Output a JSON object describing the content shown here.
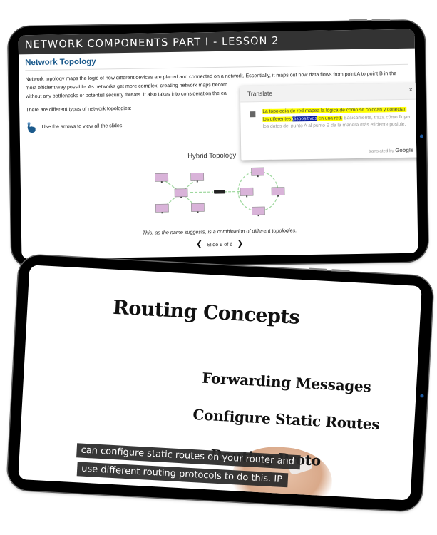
{
  "lesson_tablet": {
    "header_title": "NETWORK COMPONENTS PART I - LESSON 2",
    "section_title": "Network Topology",
    "paragraph_1_line_1": "Network topology maps the logic of how different devices are placed and connected on a network. Essentially, it maps out how data flows from point A to point B in the",
    "paragraph_1_line_2": "most efficient way possible. As networks get more complex, creating network maps becom",
    "paragraph_1_line_3": "without any bottlenecks or potential security threats. It also takes into consideration the ea",
    "paragraph_2": "There are different types of network topologies:",
    "hint": "Use the arrows to view all the slides.",
    "hint_icon": "hand-pointer-icon",
    "diagram_title": "Hybrid Topology",
    "caption": "This, as the name suggests, is a combination of different topologies.",
    "slide_nav": {
      "prev_icon": "chevron-left-icon",
      "prev_glyph": "❮",
      "label": "Slide 6 of 6",
      "next_icon": "chevron-right-icon",
      "next_glyph": "❯"
    }
  },
  "translate_popup": {
    "title": "Translate",
    "close_glyph": "×",
    "highlighted_text_1": "La topología de red mapea la lógica de cómo se colocan y conectan los diferentes ",
    "selected_word": "dispositivos",
    "highlighted_text_2": " en una red.",
    "rest_text": " Básicamente, traza cómo fluyen los datos del punto A al punto B de la manera más eficiente posible.",
    "footer_prefix": "translated by ",
    "footer_brand": "Google"
  },
  "video_tablet": {
    "title": "Routing Concepts",
    "items": [
      "Forwarding Messages",
      "Configure Static Routes",
      "Routing Proto"
    ],
    "subtitles": [
      "can configure static routes on your router and",
      "use different routing protocols to do this. IP"
    ]
  },
  "colors": {
    "header_bg": "#333333",
    "section_title": "#1b5a8c",
    "highlight": "#ffff00",
    "selection": "#0a1ea0",
    "node_fill": "#d9b3d9",
    "link_green": "#9ed89e",
    "camera_dot": "#1e5aa0"
  }
}
